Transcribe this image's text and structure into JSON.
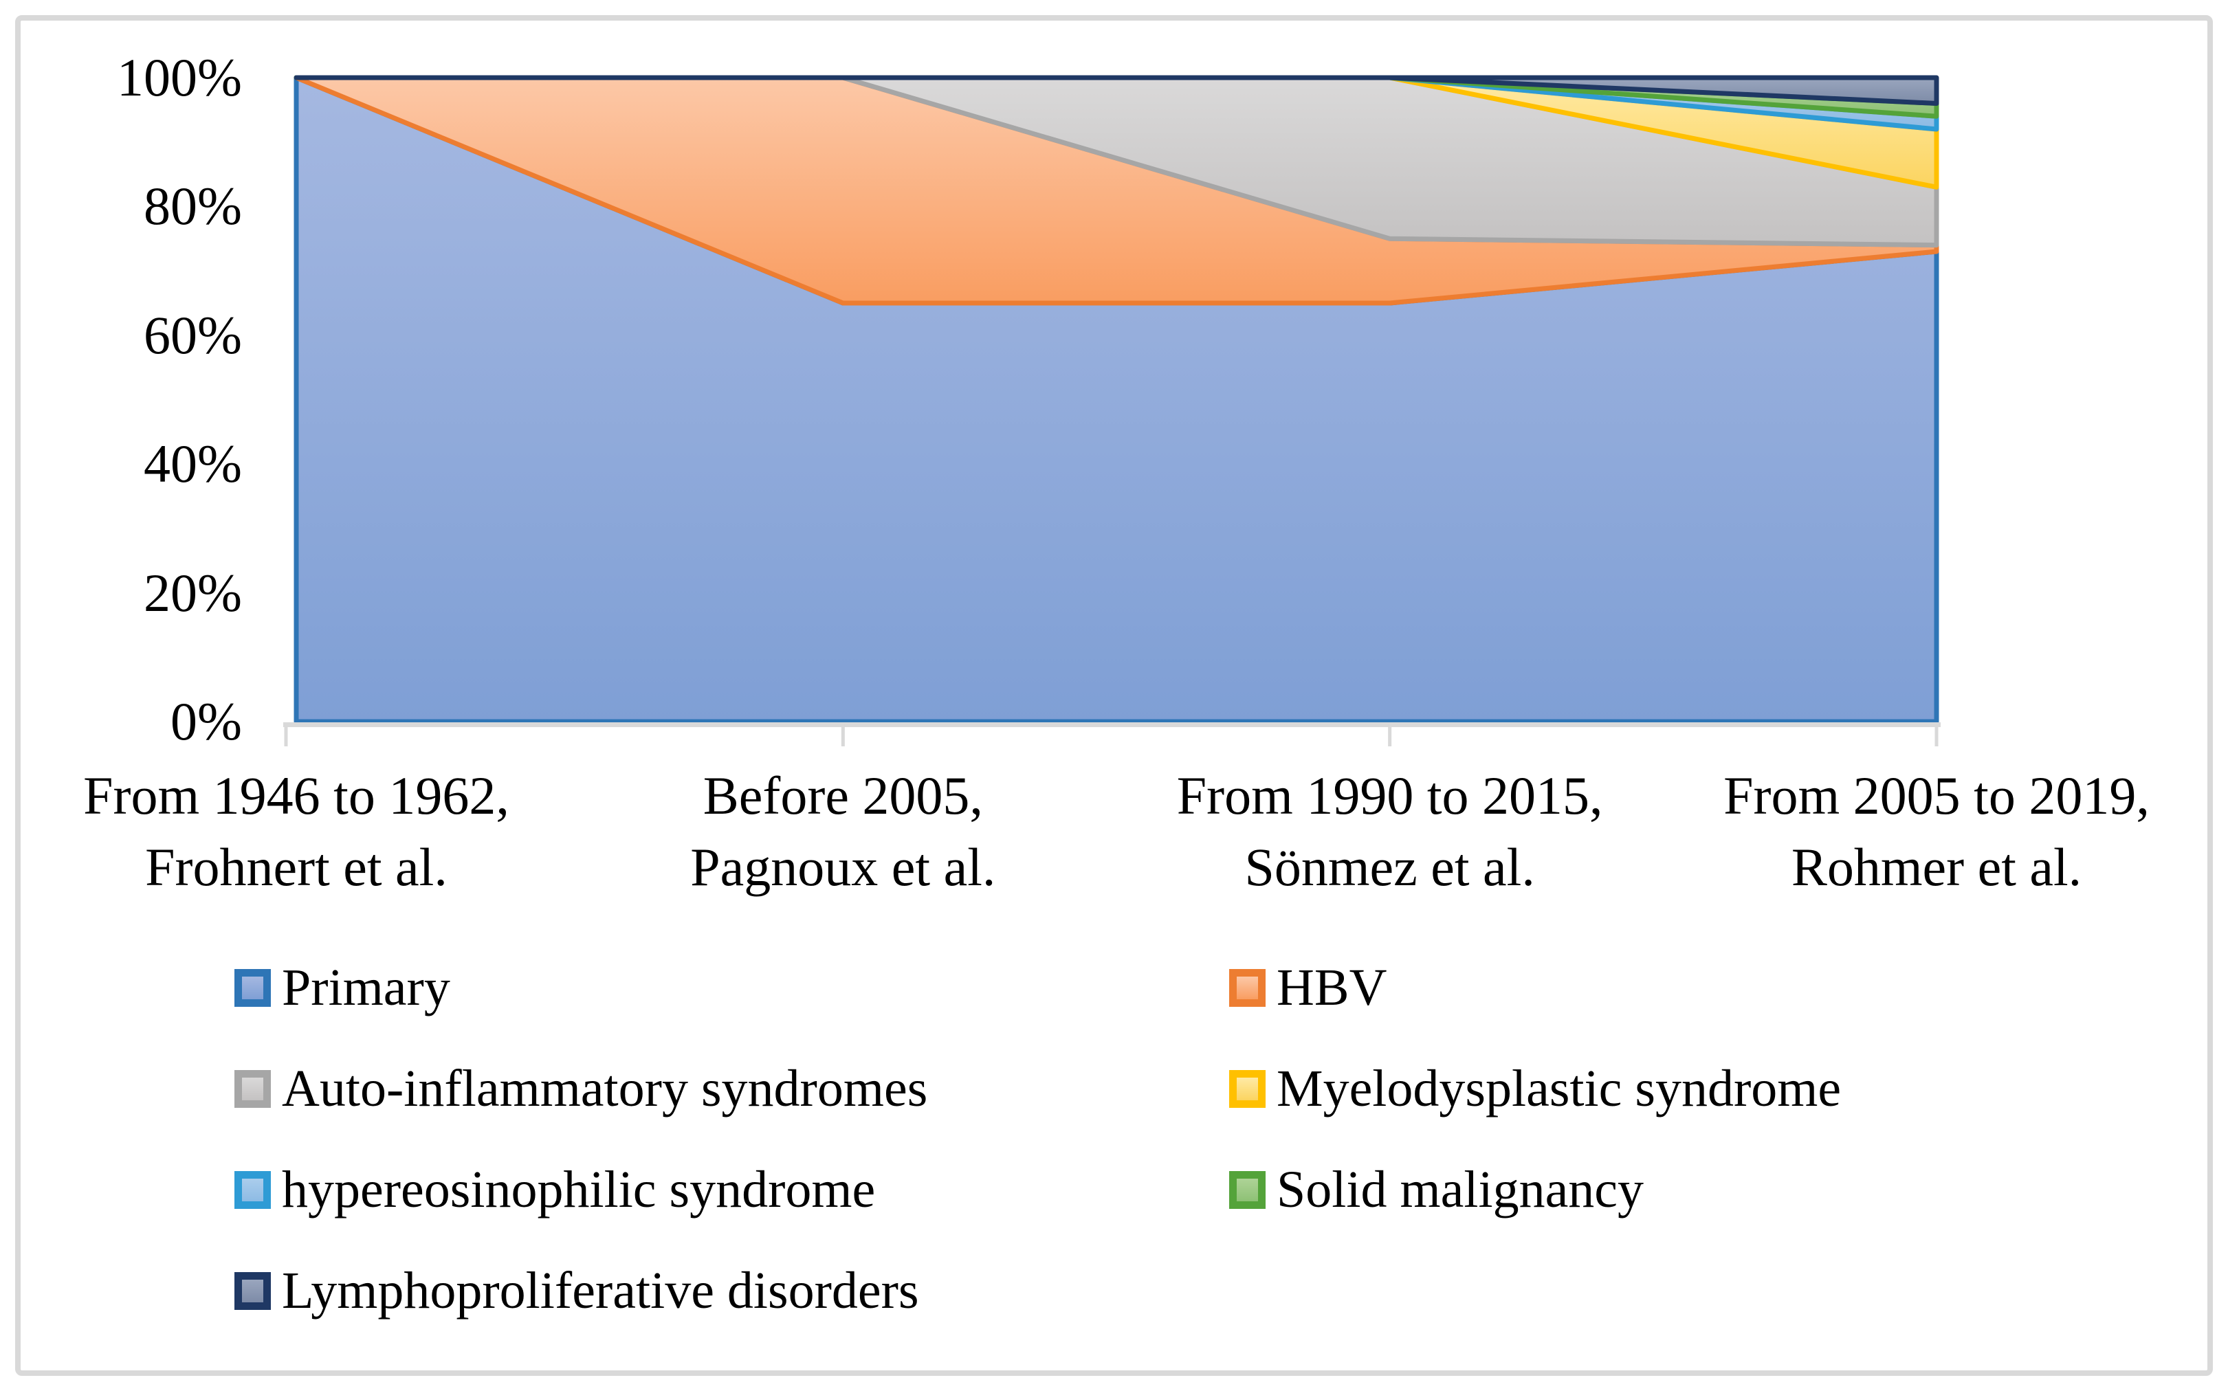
{
  "figure": {
    "background": "#ffffff",
    "border_color": "#D9D9D9",
    "axis_color": "#D9D9D9"
  },
  "y_axis": {
    "tick_labels": [
      "100%",
      "80%",
      "60%",
      "40%",
      "20%",
      "0%"
    ]
  },
  "x_axis": {
    "categories_lines": [
      [
        "From 1946 to 1962,",
        "Frohnert et al."
      ],
      [
        "Before 2005,",
        "Pagnoux et al."
      ],
      [
        "From 1990 to 2015,",
        "Sönmez et al."
      ],
      [
        "From 2005 to 2019,",
        "Rohmer et al."
      ]
    ]
  },
  "legend": {
    "items": [
      {
        "label": "Primary",
        "series": "Primary"
      },
      {
        "label": "HBV",
        "series": "HBV"
      },
      {
        "label": "Auto-inflammatory syndromes",
        "series": "Auto-inflammatory syndromes"
      },
      {
        "label": "Myelodysplastic syndrome",
        "series": "Myelodysplastic syndrome"
      },
      {
        "label": "hypereosinophilic syndrome",
        "series": "hypereosinophilic syndrome"
      },
      {
        "label": "Solid malignancy",
        "series": "Solid malignancy"
      },
      {
        "label": "Lymphoproliferative disorders",
        "series": "Lymphoproliferative disorders"
      }
    ]
  },
  "chart_data": {
    "type": "area",
    "stacking": "percent",
    "title": "",
    "xlabel": "",
    "ylabel": "",
    "ylim": [
      0,
      100
    ],
    "grid": false,
    "legend_position": "bottom",
    "categories": [
      "From 1946 to 1962, Frohnert et al.",
      "Before 2005, Pagnoux et al.",
      "From 1990 to 2015, Sönmez et al.",
      "From 2005 to 2019, Rohmer et al."
    ],
    "series": [
      {
        "name": "Primary",
        "values": [
          100,
          65,
          65,
          73
        ],
        "fill_top": "#A5B8E1",
        "fill_bottom": "#7F9FD5",
        "stroke": "#2E75B6"
      },
      {
        "name": "HBV",
        "values": [
          0,
          35,
          10,
          1
        ],
        "fill_top": "#FCC8A7",
        "fill_bottom": "#F99D61",
        "stroke": "#ED7D31"
      },
      {
        "name": "Auto-inflammatory syndromes",
        "values": [
          0,
          0,
          25,
          9
        ],
        "fill_top": "#DAD9D9",
        "fill_bottom": "#C4C2C2",
        "stroke": "#A6A6A6"
      },
      {
        "name": "Myelodysplastic syndrome",
        "values": [
          0,
          0,
          0,
          9
        ],
        "fill_top": "#FFEAA5",
        "fill_bottom": "#FBD460",
        "stroke": "#FFC000"
      },
      {
        "name": "hypereosinophilic syndrome",
        "values": [
          0,
          0,
          0,
          2
        ],
        "fill_top": "#ABCDEC",
        "fill_bottom": "#8DBBE4",
        "stroke": "#2E9BD5"
      },
      {
        "name": "Solid malignancy",
        "values": [
          0,
          0,
          0,
          2
        ],
        "fill_top": "#AED397",
        "fill_bottom": "#8EC175",
        "stroke": "#54A33A"
      },
      {
        "name": "Lymphoproliferative disorders",
        "values": [
          0,
          0,
          0,
          4
        ],
        "fill_top": "#9AA6BE",
        "fill_bottom": "#7D8BA7",
        "stroke": "#1F3864"
      }
    ]
  }
}
